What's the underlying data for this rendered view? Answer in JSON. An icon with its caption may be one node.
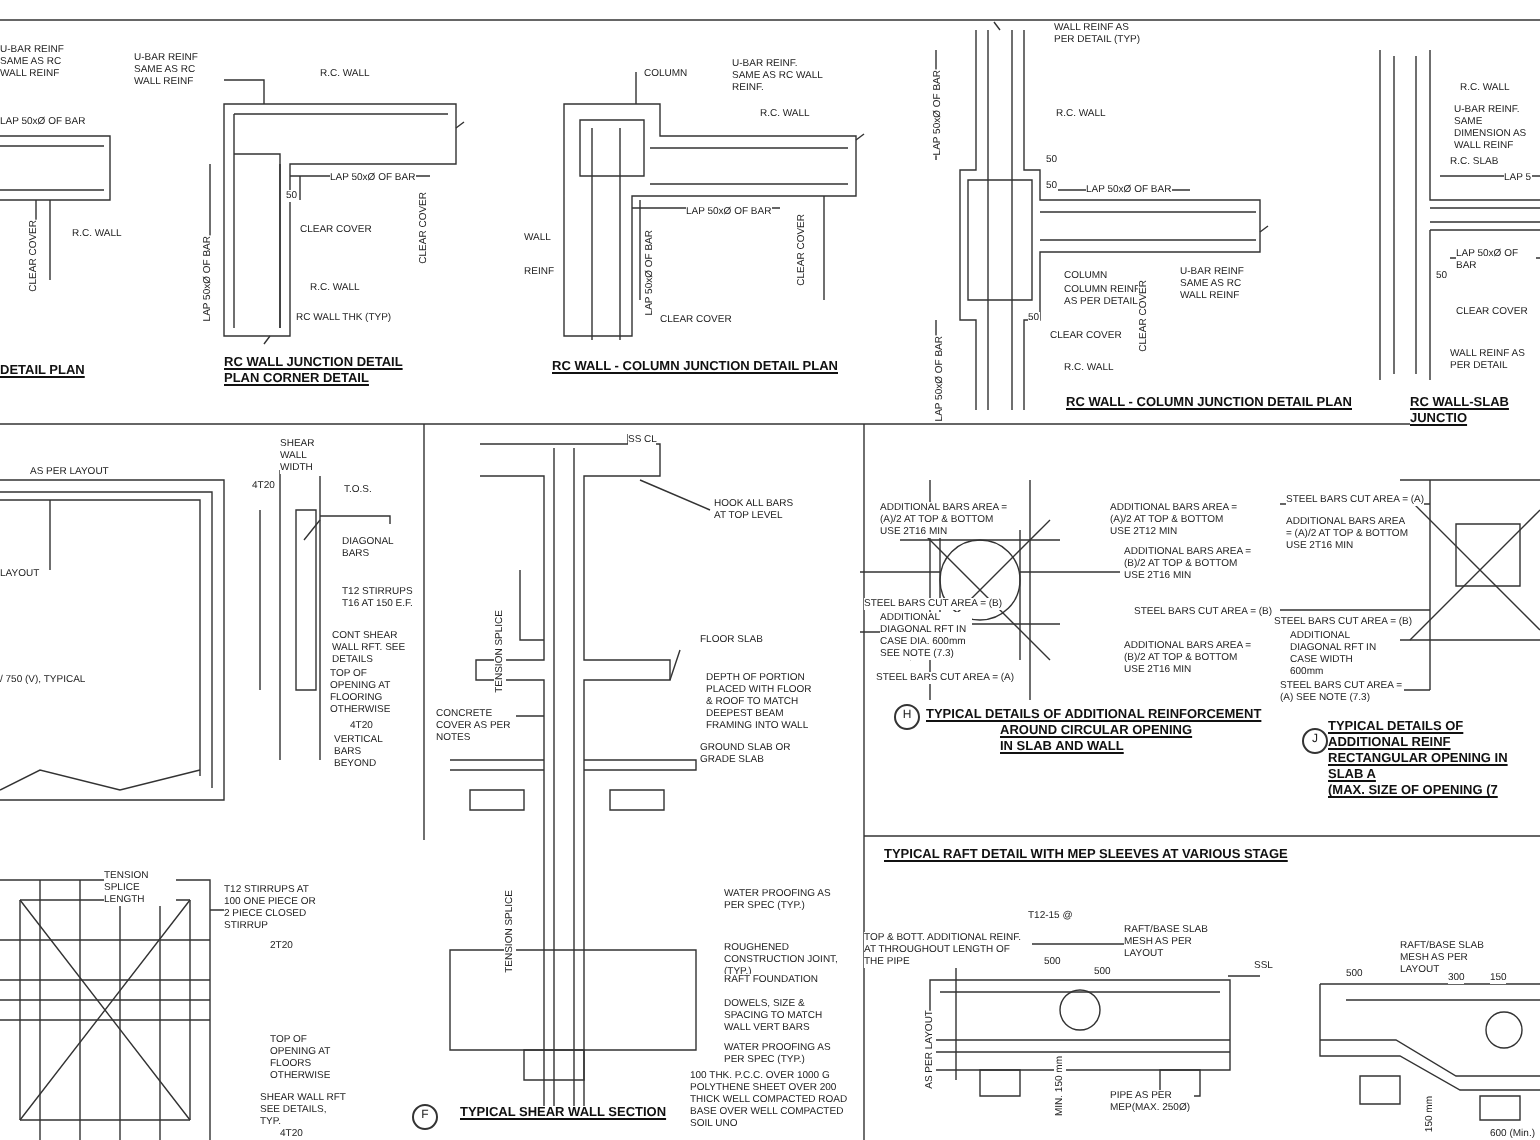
{
  "diagram": {
    "labels": [
      "U-BAR REINF SAME AS RC WALL REINF",
      "LAP 50xØ OF BAR",
      "R.C. WALL",
      "CLEAR COVER",
      "DETAIL PLAN",
      "U-BAR REINF SAME AS RC WALL REINF",
      "R.C. WALL",
      "LAP 50xØ OF BAR",
      "LAP 50xØ OF BAR",
      "50",
      "CLEAR COVER",
      "CLEAR COVER",
      "R.C. WALL",
      "RC WALL THK (TYP)",
      "RC WALL JUNCTION DETAIL PLAN CORNER DETAIL",
      "COLUMN",
      "U-BAR REINF. SAME AS RC WALL REINF.",
      "R.C. WALL",
      "WALL",
      "REINF",
      "LAP 50xØ OF BAR",
      "LAP 50xØ OF BAR",
      "CLEAR COVER",
      "CLEAR COVER",
      "RC WALL - COLUMN JUNCTION DETAIL PLAN",
      "WALL REINF AS PER DETAIL (TYP)",
      "LAP 50xØ OF BAR",
      "R.C. WALL",
      "50",
      "50",
      "LAP 50xØ OF BAR",
      "COLUMN",
      "COLUMN REINF AS PER DETAIL",
      "U-BAR REINF SAME AS RC WALL REINF",
      "50",
      "CLEAR COVER",
      "CLEAR COVER",
      "LAP 50xØ OF BAR",
      "R.C. WALL",
      "RC WALL - COLUMN JUNCTION DETAIL PLAN",
      "R.C. WALL",
      "U-BAR REINF. SAME DIMENSION AS WALL REINF",
      "R.C. SLAB",
      "LAP 5",
      "LAP 50xØ OF BAR",
      "50",
      "CLEAR COVER",
      "WALL REINF AS PER DETAIL",
      "RC WALL-SLAB JUNCTIO",
      "AS PER LAYOUT",
      "LAYOUT",
      "/ 750 (V), TYPICAL",
      "SHEAR WALL WIDTH",
      "4T20",
      "T.O.S.",
      "DIAGONAL BARS",
      "T12 STIRRUPS T16 AT 150 E.F.",
      "CONT SHEAR WALL RFT. SEE DETAILS",
      "TOP OF OPENING AT FLOORING OTHERWISE",
      "4T20",
      "VERTICAL BARS BEYOND",
      "SS CL",
      "HOOK ALL BARS AT TOP LEVEL",
      "TENSION SPLICE",
      "FLOOR SLAB",
      "DEPTH OF PORTION PLACED WITH FLOOR & ROOF TO MATCH DEEPEST BEAM FRAMING INTO WALL",
      "CONCRETE COVER AS PER NOTES",
      "GROUND SLAB OR GRADE SLAB",
      "TENSION SPLICE",
      "WATER PROOFING AS PER SPEC (TYP.)",
      "ROUGHENED CONSTRUCTION JOINT, (TYP.)",
      "RAFT FOUNDATION",
      "DOWELS, SIZE & SPACING TO MATCH WALL VERT BARS",
      "WATER PROOFING AS PER SPEC (TYP.)",
      "100 THK. P.C.C. OVER 1000 G POLYTHENE SHEET OVER 200 THICK WELL COMPACTED ROAD BASE OVER WELL COMPACTED SOIL UNO",
      "F",
      "TYPICAL SHEAR WALL SECTION",
      "TENSION SPLICE LENGTH",
      "T12 STIRRUPS AT 100 ONE PIECE OR 2 PIECE CLOSED STIRRUP",
      "2T20",
      "TOP OF OPENING AT FLOORS OTHERWISE",
      "SHEAR WALL RFT SEE DETAILS, TYP.",
      "4T20",
      "ADDITIONAL BARS AREA = (A)/2 AT TOP & BOTTOM USE 2T16 MIN",
      "ADDITIONAL BARS AREA = (A)/2 AT TOP & BOTTOM USE 2T12 MIN",
      "ADDITIONAL BARS AREA = (B)/2 AT TOP & BOTTOM USE 2T16 MIN",
      "STEEL BARS CUT AREA = (B)",
      "ADDITIONAL DIAGONAL RFT IN CASE DIA. 600mm SEE NOTE (7.3)",
      "STEEL BARS CUT AREA = (A)",
      "STEEL BARS CUT AREA = (B)",
      "ADDITIONAL BARS AREA = (B)/2 AT TOP & BOTTOM USE 2T16 MIN",
      "H",
      "TYPICAL DETAILS OF ADDITIONAL REINFORCEMENT",
      "AROUND CIRCULAR OPENING",
      "IN SLAB AND WALL",
      "STEEL BARS CUT AREA = (A)",
      "ADDITIONAL BARS AREA = (A)/2 AT TOP & BOTTOM USE 2T16 MIN",
      "STEEL BARS CUT AREA = (B)",
      "ADDITIONAL DIAGONAL RFT IN CASE WIDTH 600mm",
      "STEEL BARS CUT AREA = (A) SEE NOTE (7.3)",
      "J",
      "TYPICAL DETAILS OF ADDITIONAL REINF",
      "RECTANGULAR OPENING IN SLAB A",
      "(MAX. SIZE OF OPENING (7",
      "TYPICAL RAFT DETAIL WITH MEP SLEEVES AT VARIOUS STAGE",
      "T12-15 @",
      "TOP & BOTT. ADDITIONAL REINF. AT THROUGHOUT LENGTH OF THE PIPE",
      "500",
      "500",
      "RAFT/BASE SLAB MESH AS PER LAYOUT",
      "SSL",
      "AS PER LAYOUT",
      "MIN. 150 mm",
      "PIPE AS PER MEP(MAX. 250Ø)",
      "RAFT/BASE SLAB MESH AS PER LAYOUT",
      "500",
      "300",
      "150",
      "150 mm",
      "600 (Min.)"
    ]
  }
}
